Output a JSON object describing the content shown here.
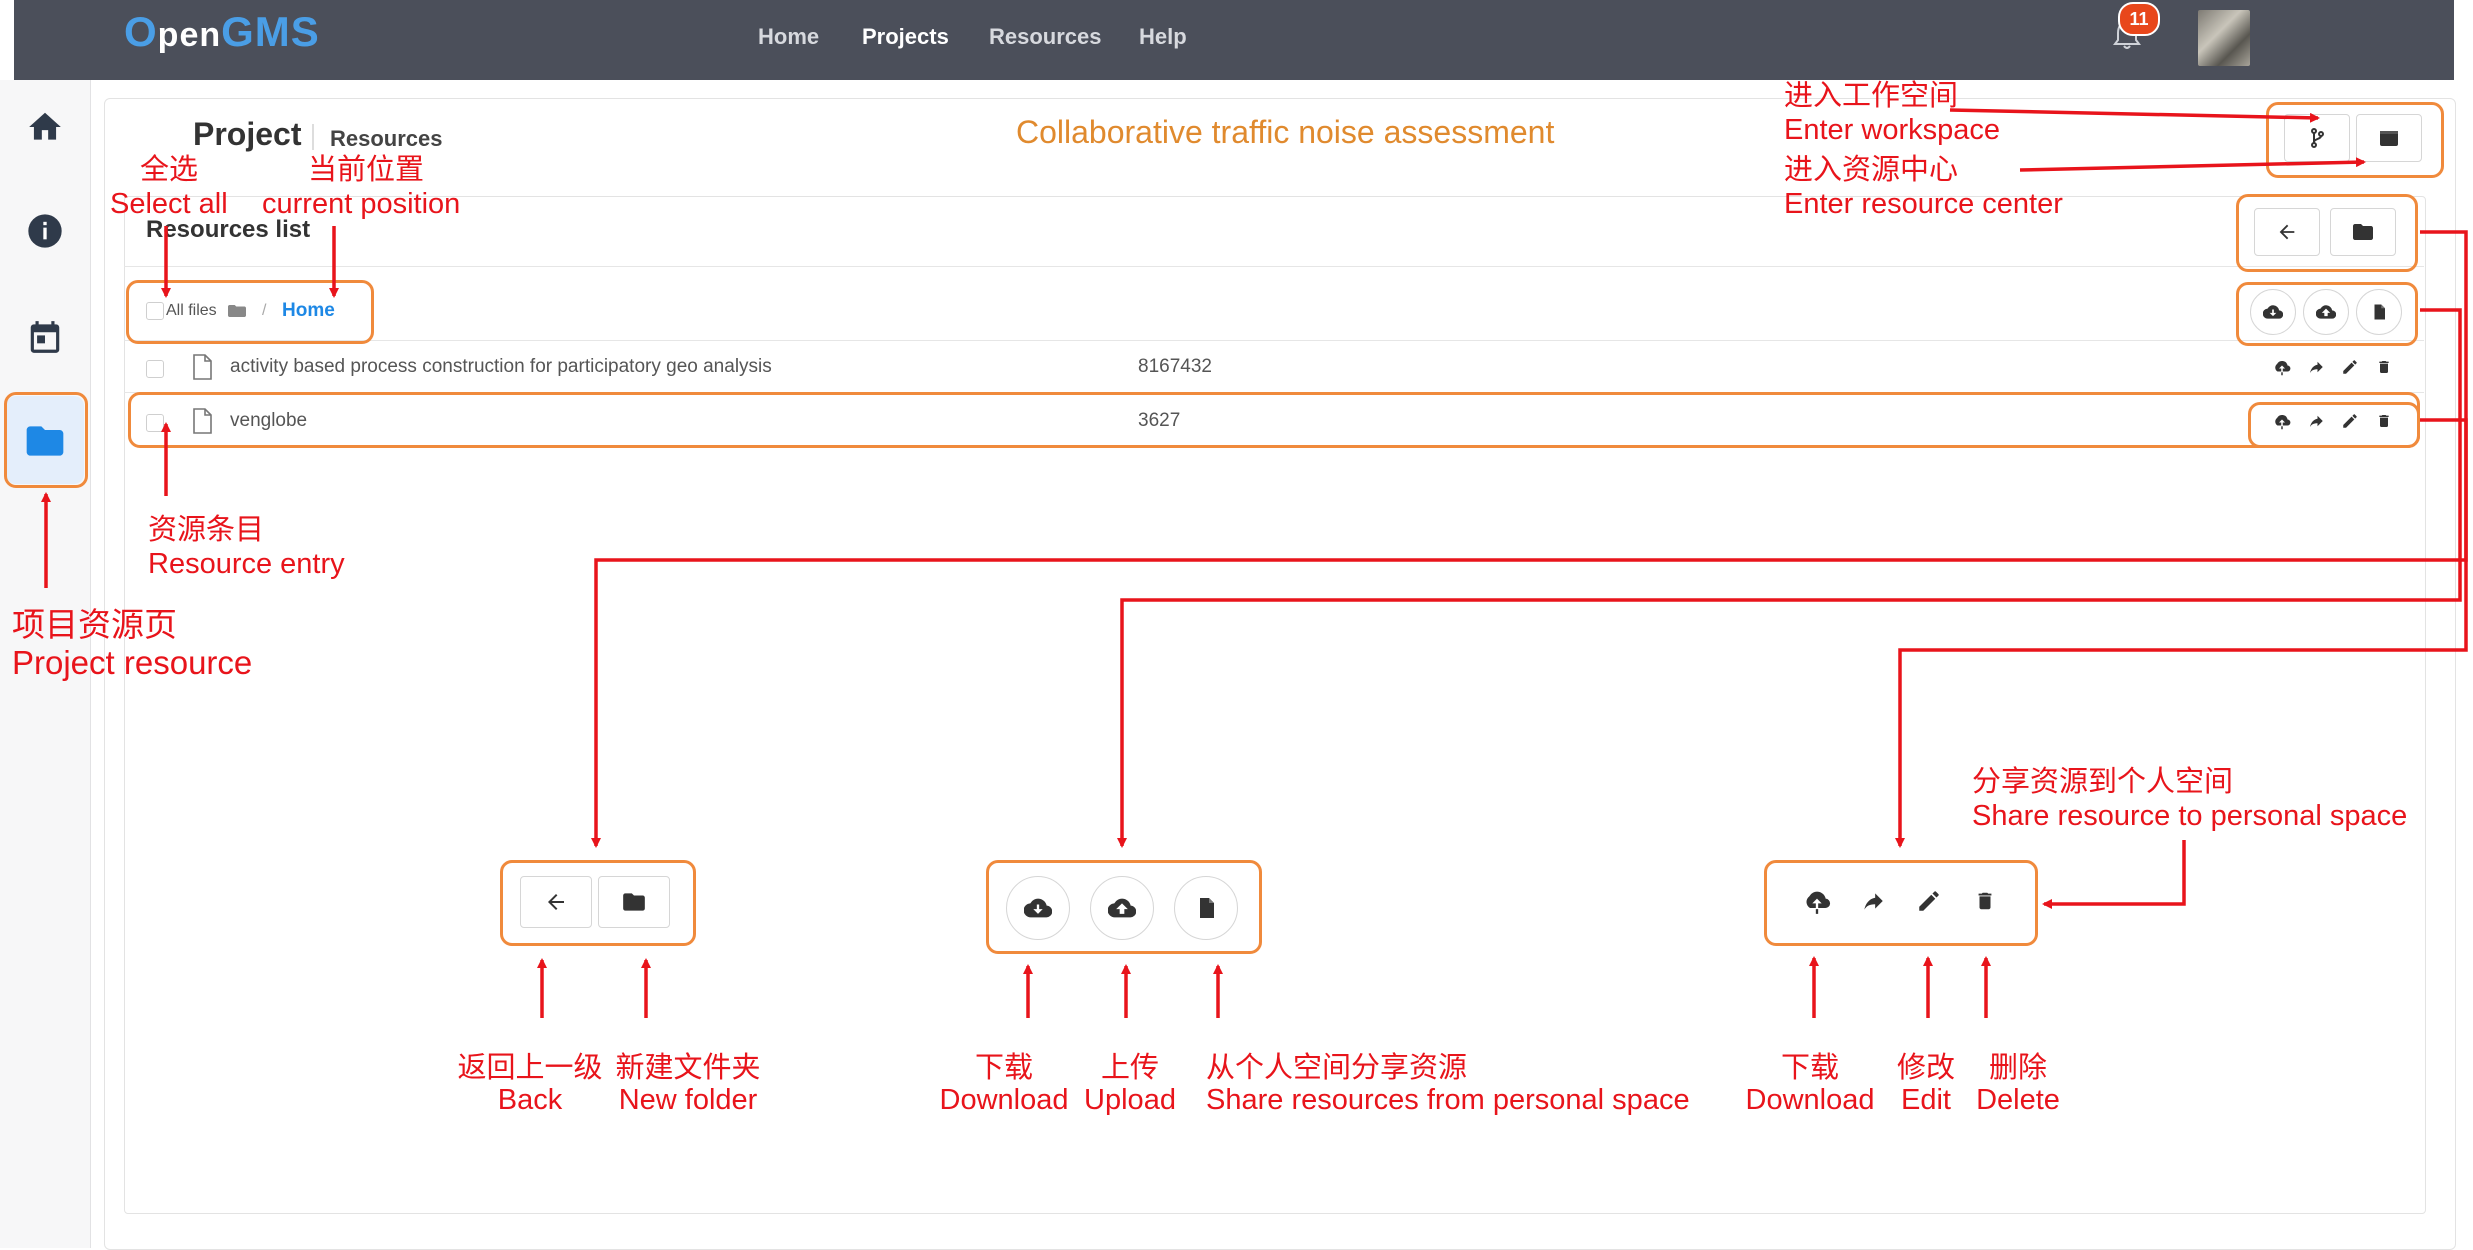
{
  "topbar": {
    "logo_o": "O",
    "logo_pen": "pen",
    "logo_gms": "GMS",
    "nav": [
      "Home",
      "Projects",
      "Resources",
      "Help"
    ],
    "notification_count": "11"
  },
  "sidebar": {
    "items": [
      "home-icon",
      "info-icon",
      "calendar-icon",
      "folder-icon"
    ]
  },
  "header": {
    "title": "Project",
    "subtitle": "Resources",
    "project_name": "Collaborative traffic noise assessment"
  },
  "resources": {
    "list_title": "Resources list",
    "all_files": "All files",
    "home": "Home",
    "rows": [
      {
        "name": "activity based process construction for participatory geo analysis",
        "size": "8167432"
      },
      {
        "name": "venglobe",
        "size": "3627"
      }
    ]
  },
  "annotations": {
    "select_all_cn": "全选",
    "select_all_en": "Select all",
    "current_pos_cn": "当前位置",
    "current_pos_en": "current position",
    "workspace_cn": "进入工作空间",
    "workspace_en": "Enter workspace",
    "rescenter_cn": "进入资源中心",
    "rescenter_en": "Enter resource center",
    "entry_cn": "资源条目",
    "entry_en": "Resource entry",
    "projres_cn": "项目资源页",
    "projres_en": "Project resource",
    "share_to_cn": "分享资源到个人空间",
    "share_to_en": "Share resource to personal space",
    "back_cn": "返回上一级",
    "back_en": "Back",
    "newfolder_cn": "新建文件夹",
    "newfolder_en": "New folder",
    "download_cn": "下载",
    "download_en": "Download",
    "upload_cn": "上传",
    "upload_en": "Upload",
    "share_from_cn": "从个人空间分享资源",
    "share_from_en": "Share resources from personal space",
    "edit_cn": "修改",
    "edit_en": "Edit",
    "delete_cn": "删除",
    "delete_en": "Delete"
  },
  "colors": {
    "topbar": "#4b4f5a",
    "accent": "#1e88e5",
    "annotation": "#e8141b",
    "highlight": "#f08a3c",
    "project_name": "#e08a2e"
  }
}
